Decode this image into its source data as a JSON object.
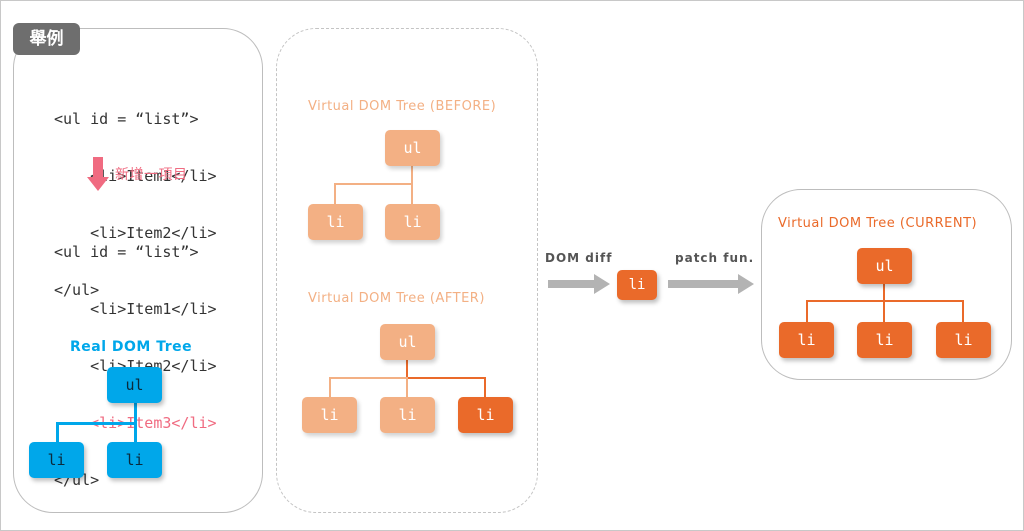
{
  "tag": "舉例",
  "code_before": [
    "<ul id = “list”>",
    "    <li>Item1</li>",
    "    <li>Item2</li>",
    "</ul>"
  ],
  "add_label": "新增一項目",
  "code_after": [
    "<ul id = “list”>",
    "    <li>Item1</li>",
    "    <li>Item2</li>",
    "    <li>Item3</li>",
    "</ul>"
  ],
  "real_tree": {
    "title": "Real DOM Tree",
    "root": "ul",
    "children": [
      "li",
      "li"
    ]
  },
  "vdom_before": {
    "title": "Virtual DOM Tree (BEFORE)",
    "root": "ul",
    "children": [
      "li",
      "li"
    ]
  },
  "vdom_after": {
    "title": "Virtual DOM Tree (AFTER)",
    "root": "ul",
    "children": [
      "li",
      "li",
      "li"
    ]
  },
  "diff_label": "DOM diff",
  "diff_result": "li",
  "patch_label": "patch fun.",
  "vdom_current": {
    "title": "Virtual DOM Tree (CURRENT)",
    "root": "ul",
    "children": [
      "li",
      "li",
      "li"
    ]
  },
  "colors": {
    "real": "#00a7ea",
    "vdom": "#f3b084",
    "new": "#ea6a2a",
    "highlight": "#f06b81",
    "arrow": "#b3b3b3"
  }
}
